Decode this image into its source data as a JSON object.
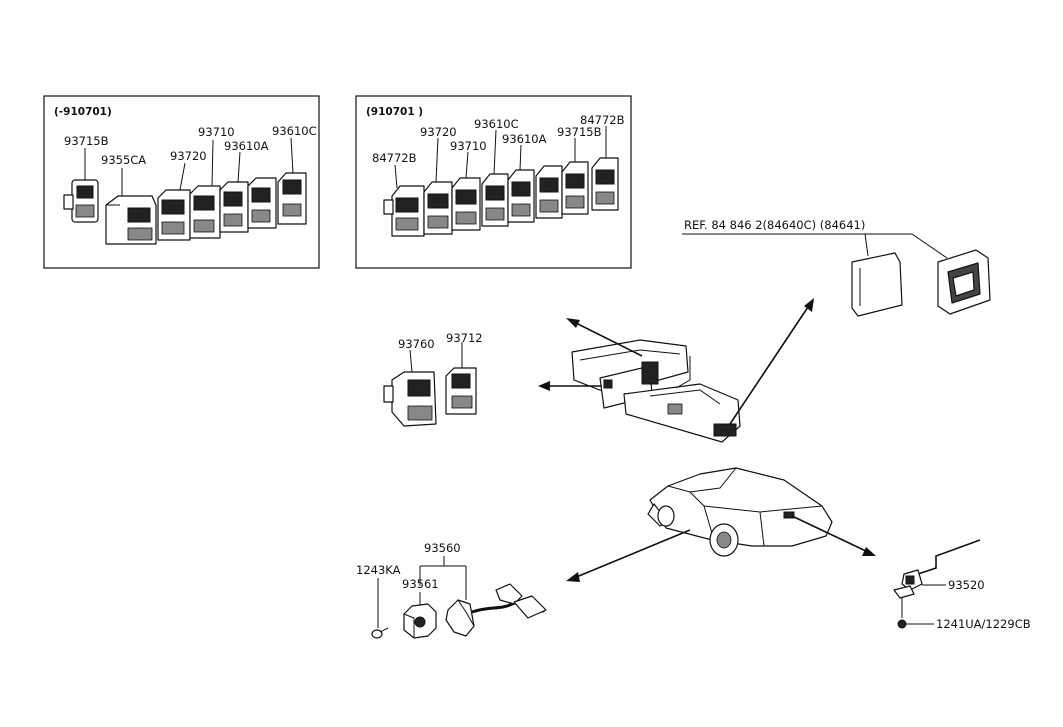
{
  "diagram": {
    "inset_left_header": "(-910701)",
    "inset_right_header": "(910701  )",
    "labels": {
      "l_93715B": "93715B",
      "l_9355CA": "9355CA",
      "l_93720a": "93720",
      "l_93710a": "93710",
      "l_93610Aa": "93610A",
      "l_93610Ca": "93610C",
      "r_84772Ba": "84772B",
      "r_93720": "93720",
      "r_93710": "93710",
      "r_93610C": "93610C",
      "r_93610A": "93610A",
      "r_93715B": "93715B",
      "r_84772Bb": "84772B",
      "ref": "REF. 84 846 2(84640C) (84641)",
      "p_93760": "93760",
      "p_93712": "93712",
      "p_93560": "93560",
      "p_1243KA": "1243KA",
      "p_93561": "93561",
      "p_93520": "93520",
      "p_1241UA": "1241UA/1229CB"
    }
  }
}
